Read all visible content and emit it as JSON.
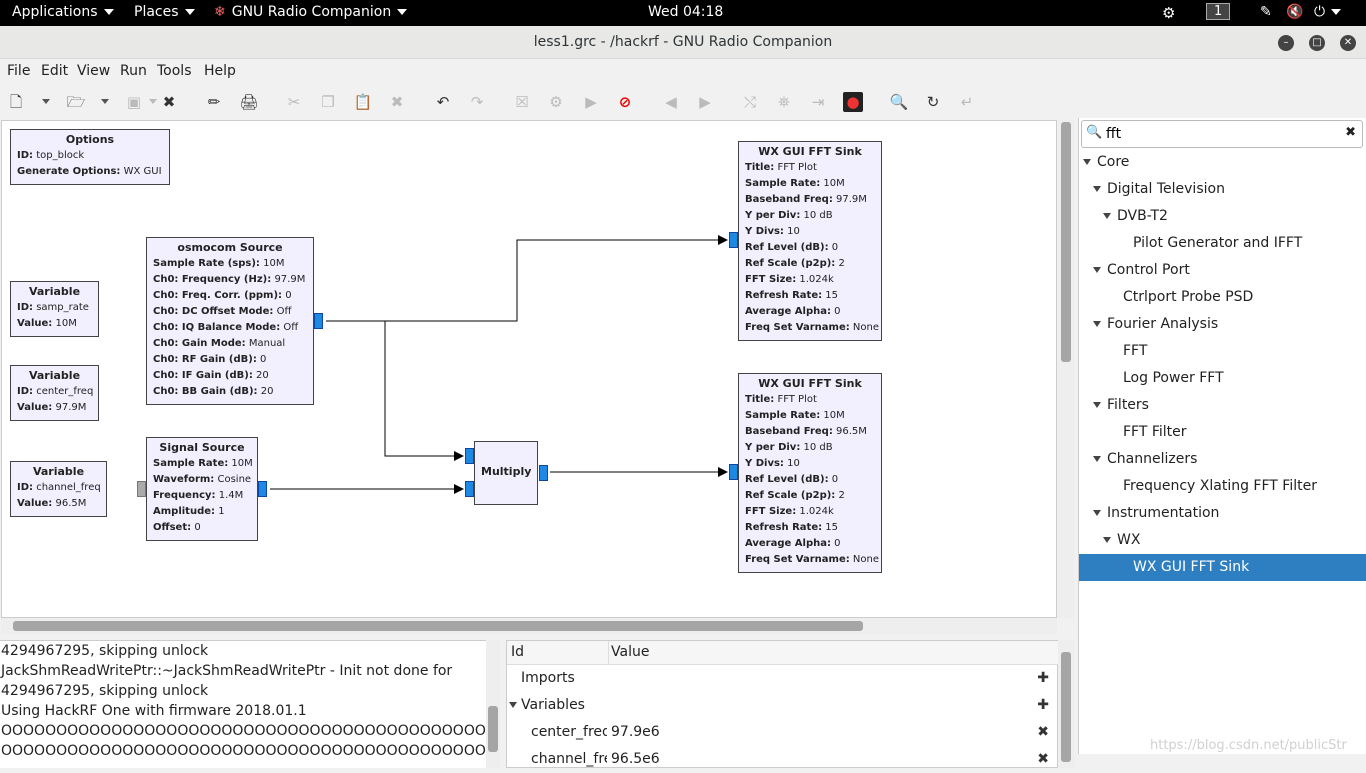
{
  "system_bar": {
    "applications": "Applications",
    "places": "Places",
    "app_name": "GNU Radio Companion",
    "clock": "Wed 04:18",
    "workspace": "1"
  },
  "window": {
    "title": "less1.grc - /hackrf - GNU Radio Companion"
  },
  "menu": [
    "File",
    "Edit",
    "View",
    "Run",
    "Tools",
    "Help"
  ],
  "blocks": {
    "options": {
      "title": "Options",
      "params": [
        {
          "k": "ID:",
          "v": "top_block"
        },
        {
          "k": "Generate Options:",
          "v": "WX GUI"
        }
      ]
    },
    "var_samp_rate": {
      "title": "Variable",
      "params": [
        {
          "k": "ID:",
          "v": "samp_rate"
        },
        {
          "k": "Value:",
          "v": "10M"
        }
      ]
    },
    "var_center_freq": {
      "title": "Variable",
      "params": [
        {
          "k": "ID:",
          "v": "center_freq"
        },
        {
          "k": "Value:",
          "v": "97.9M"
        }
      ]
    },
    "var_channel_freq": {
      "title": "Variable",
      "params": [
        {
          "k": "ID:",
          "v": "channel_freq"
        },
        {
          "k": "Value:",
          "v": "96.5M"
        }
      ]
    },
    "osmocom": {
      "title": "osmocom Source",
      "params": [
        {
          "k": "Sample Rate (sps):",
          "v": "10M"
        },
        {
          "k": "Ch0: Frequency (Hz):",
          "v": "97.9M"
        },
        {
          "k": "Ch0: Freq. Corr. (ppm):",
          "v": "0"
        },
        {
          "k": "Ch0: DC Offset Mode:",
          "v": "Off"
        },
        {
          "k": "Ch0: IQ Balance Mode:",
          "v": "Off"
        },
        {
          "k": "Ch0: Gain Mode:",
          "v": "Manual"
        },
        {
          "k": "Ch0: RF Gain (dB):",
          "v": "0"
        },
        {
          "k": "Ch0: IF Gain (dB):",
          "v": "20"
        },
        {
          "k": "Ch0: BB Gain (dB):",
          "v": "20"
        }
      ]
    },
    "signal": {
      "title": "Signal Source",
      "params": [
        {
          "k": "Sample Rate:",
          "v": "10M"
        },
        {
          "k": "Waveform:",
          "v": "Cosine"
        },
        {
          "k": "Frequency:",
          "v": "1.4M"
        },
        {
          "k": "Amplitude:",
          "v": "1"
        },
        {
          "k": "Offset:",
          "v": "0"
        }
      ]
    },
    "multiply": {
      "title": "Multiply"
    },
    "fft1": {
      "title": "WX GUI FFT Sink",
      "params": [
        {
          "k": "Title:",
          "v": "FFT Plot"
        },
        {
          "k": "Sample Rate:",
          "v": "10M"
        },
        {
          "k": "Baseband Freq:",
          "v": "97.9M"
        },
        {
          "k": "Y per Div:",
          "v": "10 dB"
        },
        {
          "k": "Y Divs:",
          "v": "10"
        },
        {
          "k": "Ref Level (dB):",
          "v": "0"
        },
        {
          "k": "Ref Scale (p2p):",
          "v": "2"
        },
        {
          "k": "FFT Size:",
          "v": "1.024k"
        },
        {
          "k": "Refresh Rate:",
          "v": "15"
        },
        {
          "k": "Average Alpha:",
          "v": "0"
        },
        {
          "k": "Freq Set Varname:",
          "v": "None"
        }
      ]
    },
    "fft2": {
      "title": "WX GUI FFT Sink",
      "params": [
        {
          "k": "Title:",
          "v": "FFT Plot"
        },
        {
          "k": "Sample Rate:",
          "v": "10M"
        },
        {
          "k": "Baseband Freq:",
          "v": "96.5M"
        },
        {
          "k": "Y per Div:",
          "v": "10 dB"
        },
        {
          "k": "Y Divs:",
          "v": "10"
        },
        {
          "k": "Ref Level (dB):",
          "v": "0"
        },
        {
          "k": "Ref Scale (p2p):",
          "v": "2"
        },
        {
          "k": "FFT Size:",
          "v": "1.024k"
        },
        {
          "k": "Refresh Rate:",
          "v": "15"
        },
        {
          "k": "Average Alpha:",
          "v": "0"
        },
        {
          "k": "Freq Set Varname:",
          "v": "None"
        }
      ]
    }
  },
  "search": {
    "value": "fft"
  },
  "tree": [
    {
      "label": "Core",
      "level": 0,
      "expand": true
    },
    {
      "label": "Digital Television",
      "level": 1,
      "expand": true
    },
    {
      "label": "DVB-T2",
      "level": 2,
      "expand": true
    },
    {
      "label": "Pilot Generator and IFFT",
      "level": 3,
      "expand": false
    },
    {
      "label": "Control Port",
      "level": 1,
      "expand": true
    },
    {
      "label": "Ctrlport Probe PSD",
      "level": 2,
      "expand": false
    },
    {
      "label": "Fourier Analysis",
      "level": 1,
      "expand": true
    },
    {
      "label": "FFT",
      "level": 2,
      "expand": false
    },
    {
      "label": "Log Power FFT",
      "level": 2,
      "expand": false
    },
    {
      "label": "Filters",
      "level": 1,
      "expand": true
    },
    {
      "label": "FFT Filter",
      "level": 2,
      "expand": false
    },
    {
      "label": "Channelizers",
      "level": 1,
      "expand": true
    },
    {
      "label": "Frequency Xlating FFT Filter",
      "level": 2,
      "expand": false
    },
    {
      "label": "Instrumentation",
      "level": 1,
      "expand": true
    },
    {
      "label": "WX",
      "level": 2,
      "expand": true
    },
    {
      "label": "WX GUI FFT Sink",
      "level": 3,
      "expand": false,
      "selected": true
    }
  ],
  "console": [
    "4294967295, skipping unlock",
    "JackShmReadWritePtr::~JackShmReadWritePtr - Init not done for",
    "4294967295, skipping unlock",
    "Using HackRF One with firmware 2018.01.1",
    "OOOOOOOOOOOOOOOOOOOOOOOOOOOOOOOOOOOOOOOOOOOOOOOO",
    "OOOOOOOOOOOOOOOOOOOOOOOOOOOOOOOOOOOOOOOOOOOOOOOO"
  ],
  "variables": {
    "col_id": "Id",
    "col_value": "Value",
    "imports_label": "Imports",
    "variables_label": "Variables",
    "rows": [
      {
        "id": "center_freq",
        "value": "97.9e6"
      },
      {
        "id": "channel_fre",
        "value": "96.5e6"
      }
    ]
  },
  "watermark": "https://blog.csdn.net/publicStr"
}
